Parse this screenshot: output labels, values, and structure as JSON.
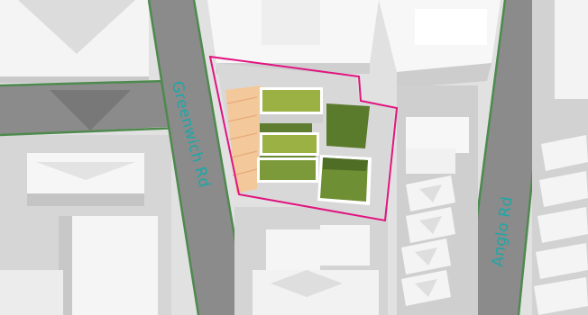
{
  "map": {
    "style": "3D axonometric massing map",
    "colors": {
      "ground": "#e1e1e1",
      "road": "#8a8a8a",
      "road_edge": "#4e8a4e",
      "building_top": "#f7f7f7",
      "building_side": "#cfcfcf",
      "building_shadow": "#b4b4b4",
      "site_boundary": "#e0157f",
      "green_roof": "#9bb143",
      "green_roof_dark": "#5a7a2c",
      "terrace": "#f3c89a",
      "label": "#1fa6a6"
    },
    "labels": {
      "greenwich": "Greenwich Rd",
      "anglo": "Anglo Rd"
    }
  }
}
